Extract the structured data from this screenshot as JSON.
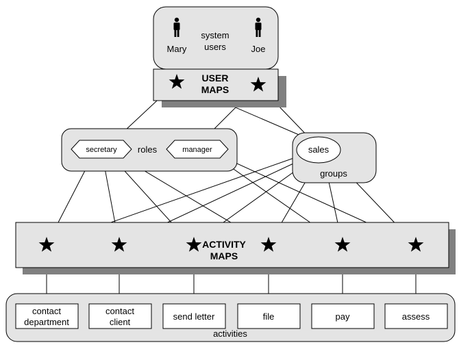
{
  "system_users": {
    "label_line1": "system",
    "label_line2": "users",
    "users": [
      "Mary",
      "Joe"
    ]
  },
  "user_maps": {
    "line1": "USER",
    "line2": "MAPS"
  },
  "roles": {
    "label": "roles",
    "items": [
      "secretary",
      "manager"
    ]
  },
  "groups": {
    "label": "groups",
    "items": [
      "sales"
    ]
  },
  "activity_maps": {
    "line1": "ACTIVITY",
    "line2": "MAPS"
  },
  "activities": {
    "label": "activities",
    "items": [
      {
        "line1": "contact",
        "line2": "department"
      },
      {
        "line1": "contact",
        "line2": "client"
      },
      {
        "line1": "send letter",
        "line2": ""
      },
      {
        "line1": "file",
        "line2": ""
      },
      {
        "line1": "pay",
        "line2": ""
      },
      {
        "line1": "assess",
        "line2": ""
      }
    ]
  },
  "colors": {
    "container_fill": "#e4e4e4",
    "shadow": "#808080",
    "stroke": "#000000",
    "box_fill": "#ffffff"
  },
  "icons": {
    "user": "person-icon",
    "map_node": "star-icon"
  }
}
